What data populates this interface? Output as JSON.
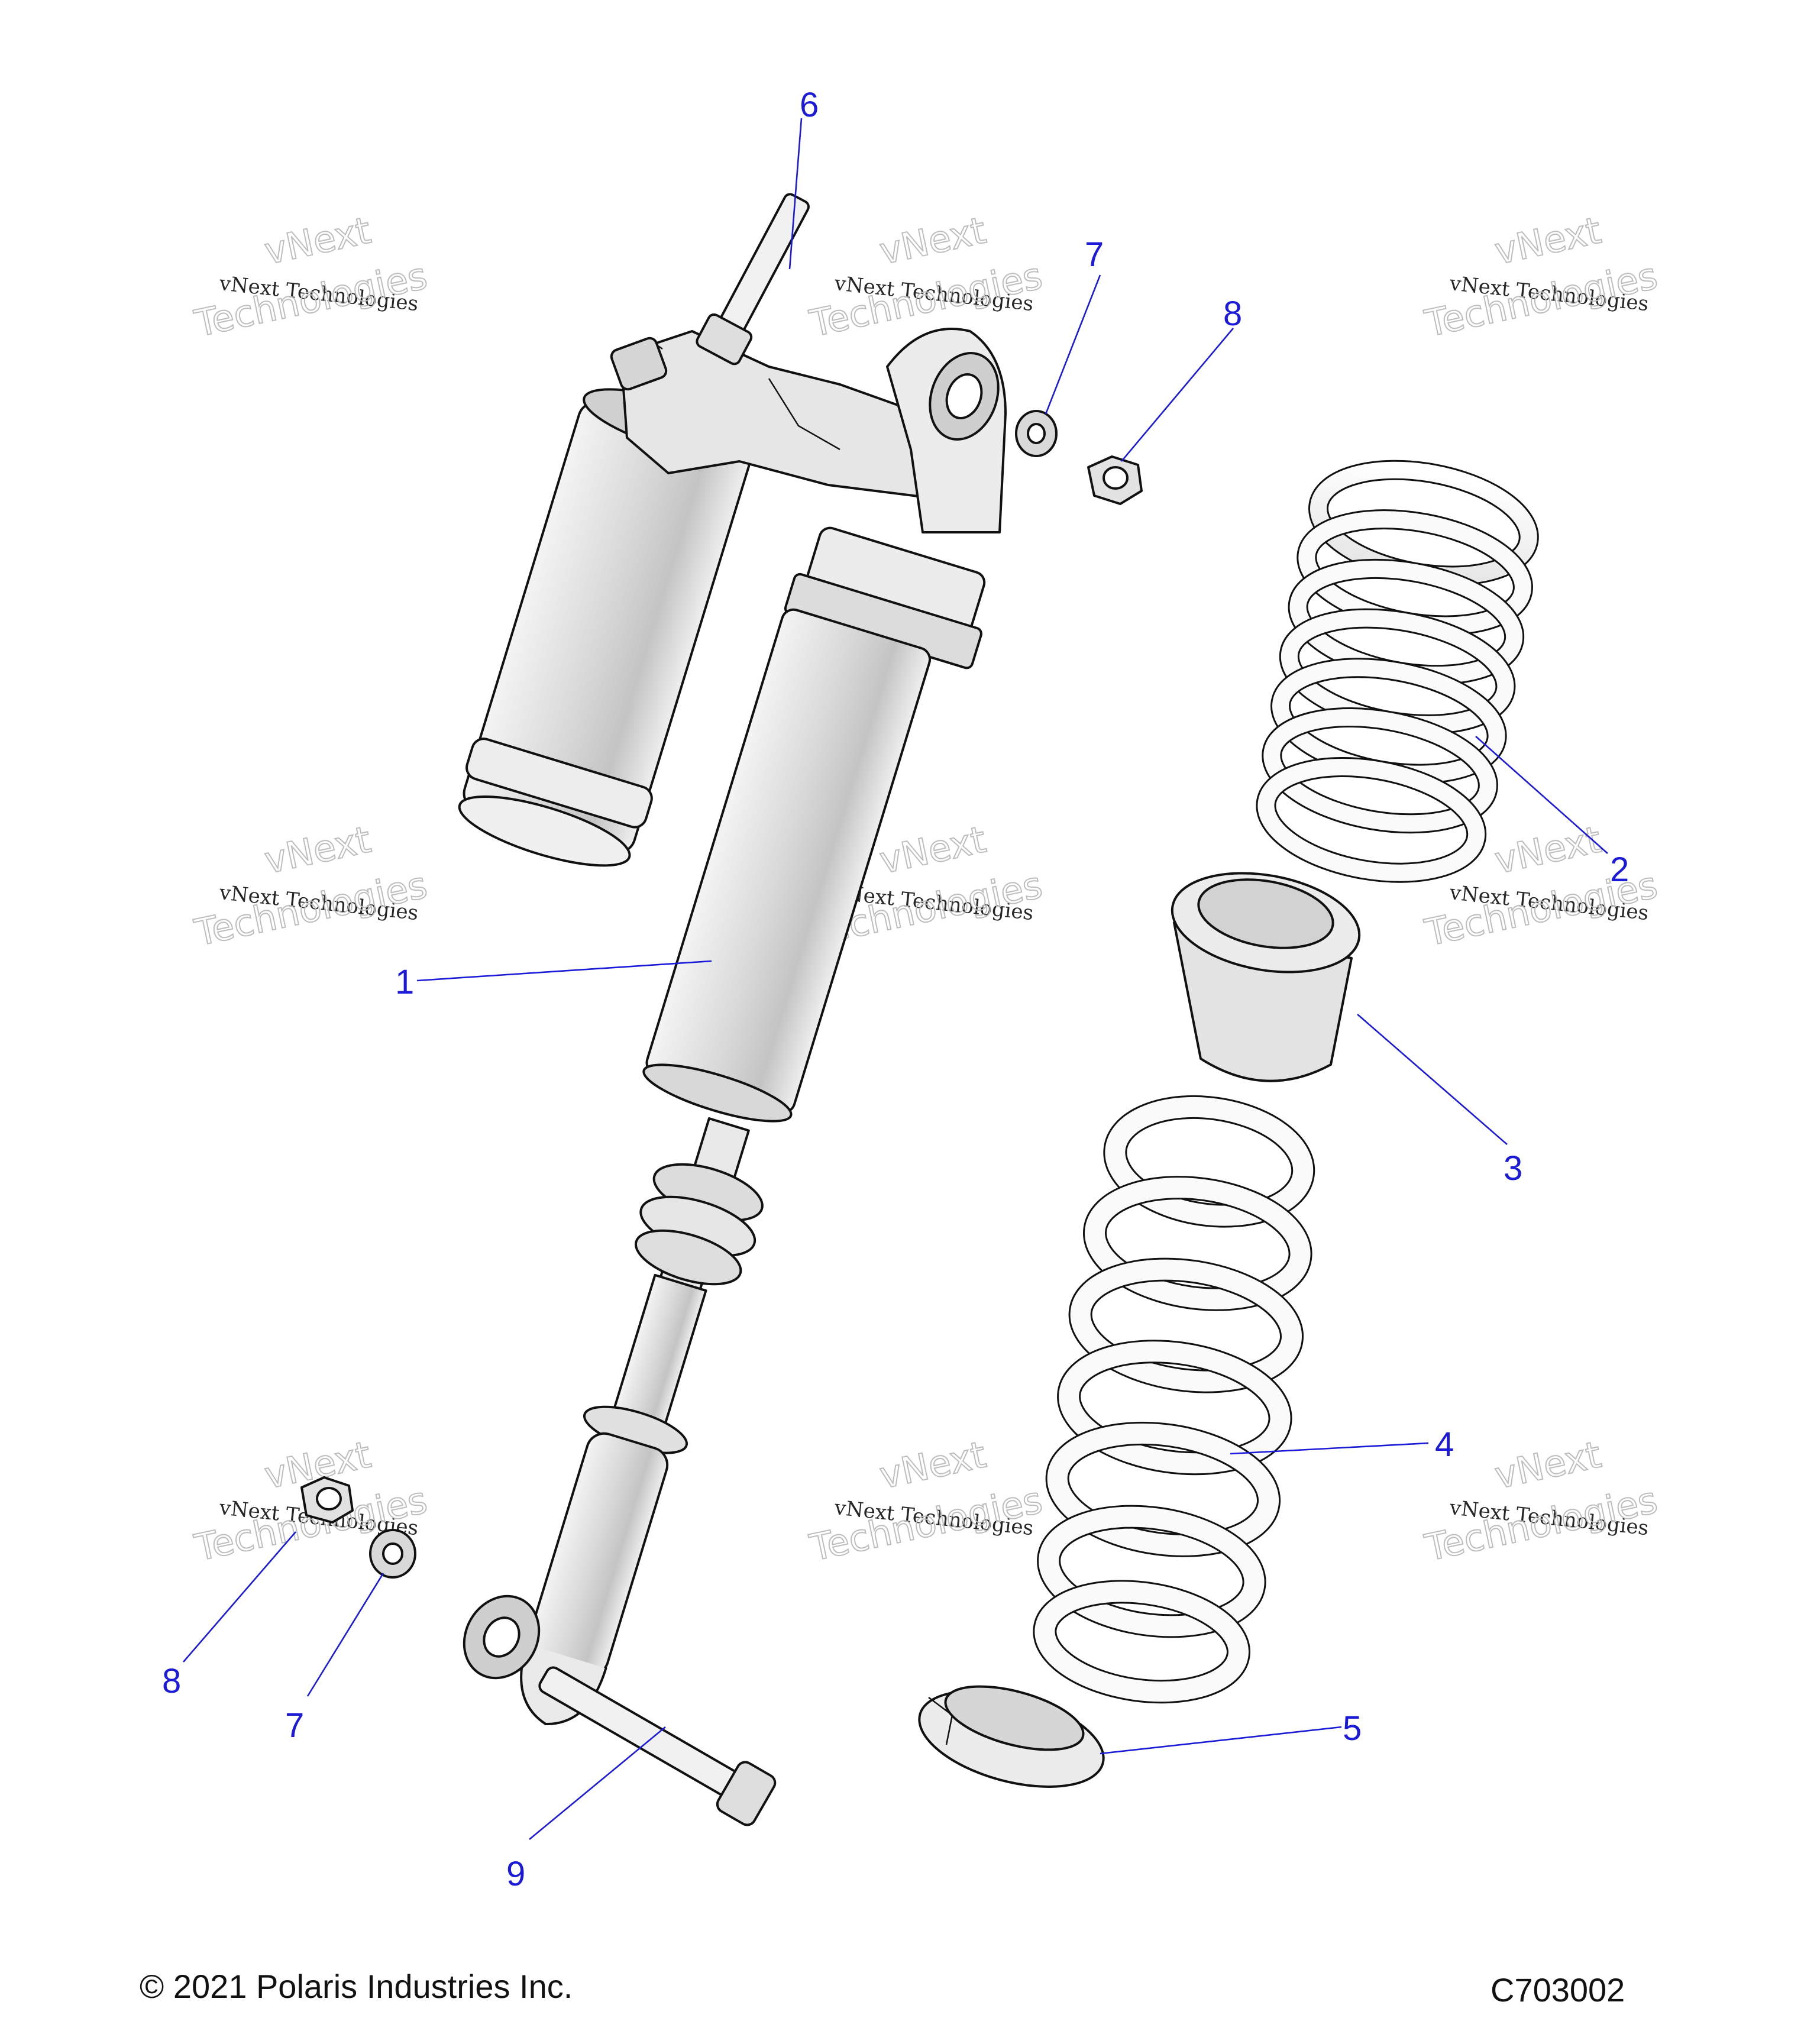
{
  "callouts": {
    "c1": "1",
    "c2": "2",
    "c3": "3",
    "c4": "4",
    "c5": "5",
    "c6": "6",
    "c7a": "7",
    "c7b": "7",
    "c8a": "8",
    "c8b": "8",
    "c9": "9"
  },
  "watermark": {
    "line1": "vNext Technologies",
    "line2": "vNext",
    "line3": "Technologies"
  },
  "footer": {
    "copyright": "© 2021 Polaris Industries Inc.",
    "code": "C703002"
  },
  "colors": {
    "callout": "#1a1ad8",
    "part_fill": "#e4e4e4",
    "outline": "#111111"
  }
}
